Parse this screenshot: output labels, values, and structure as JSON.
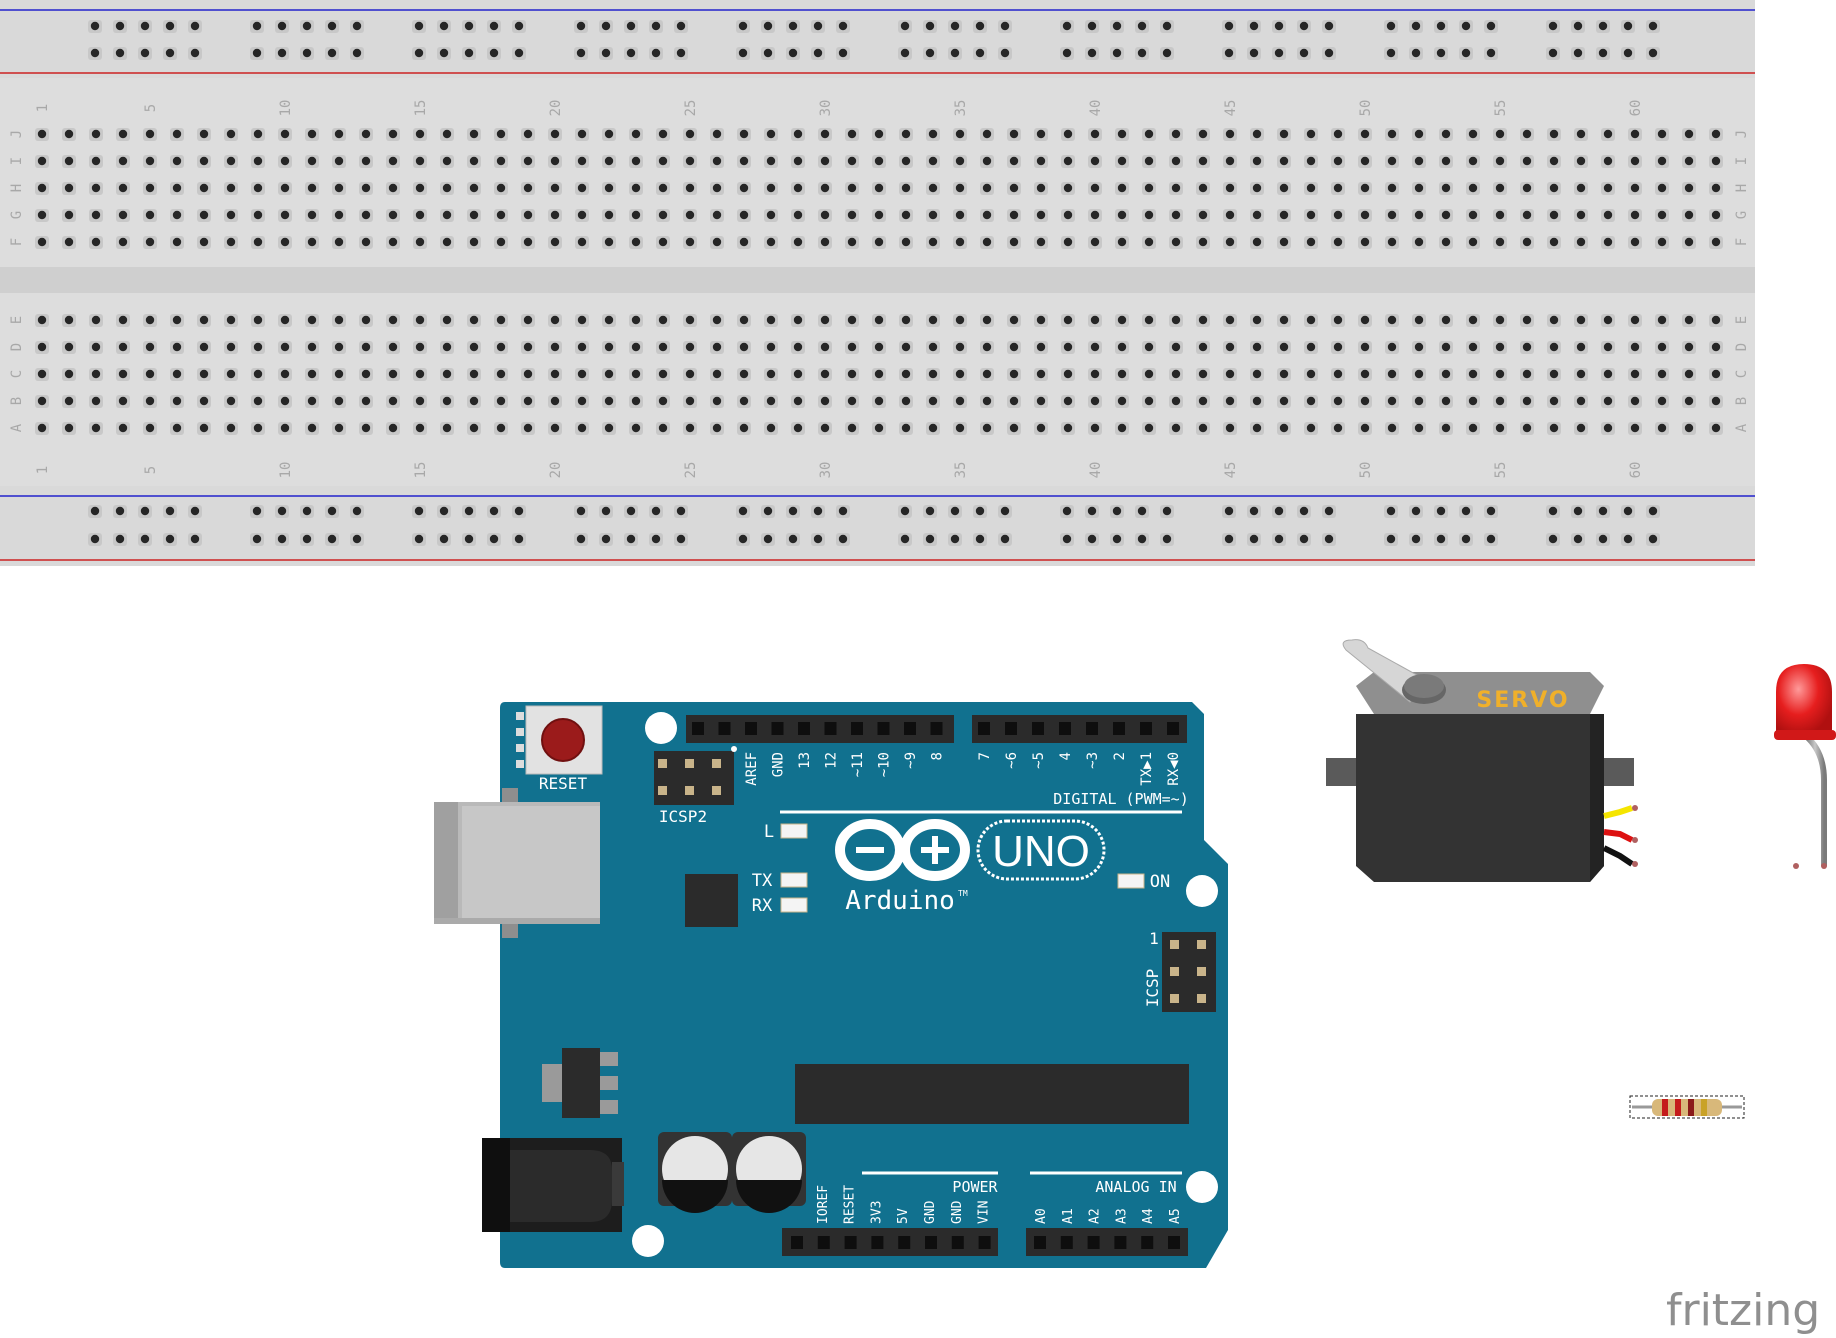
{
  "breadboard": {
    "row_letters_top": [
      "J",
      "I",
      "H",
      "G",
      "F"
    ],
    "row_letters_bottom": [
      "E",
      "D",
      "C",
      "B",
      "A"
    ],
    "column_numbers": [
      "1",
      "5",
      "10",
      "15",
      "20",
      "25",
      "30",
      "35",
      "40",
      "45",
      "50",
      "55",
      "60"
    ],
    "colors": {
      "body": "#d9d9d9",
      "hole": "#262626",
      "blue_rail": "#2222cc",
      "red_rail": "#cc2222"
    }
  },
  "arduino": {
    "reset_label": "RESET",
    "icsp2_label": "ICSP2",
    "icsp_label": "ICSP",
    "icsp_pin1": "1",
    "digital_pins": [
      "AREF",
      "GND",
      "13",
      "12",
      "~11",
      "~10",
      "~9",
      "8",
      "7",
      "~6",
      "~5",
      "4",
      "~3",
      "2",
      "TX▶1",
      "RX◀0"
    ],
    "digital_label": "DIGITAL (PWM=~)",
    "led_l": "L",
    "led_tx": "TX",
    "led_rx": "RX",
    "led_on": "ON",
    "brand": "Arduino",
    "trademark": "TM",
    "model": "UNO",
    "power_label": "POWER",
    "power_pins": [
      "IOREF",
      "RESET",
      "3V3",
      "5V",
      "GND",
      "GND",
      "VIN"
    ],
    "analog_label": "ANALOG IN",
    "analog_pins": [
      "A0",
      "A1",
      "A2",
      "A3",
      "A4",
      "A5"
    ],
    "colors": {
      "board": "#11718f",
      "header": "#2b2b2b",
      "silk": "#ffffff"
    }
  },
  "servo": {
    "label": "SERVO",
    "colors": {
      "body": "#333333",
      "label": "#f0b02a",
      "wire_signal": "#f5e500",
      "wire_power": "#dd1111",
      "wire_ground": "#111111"
    }
  },
  "led": {
    "color": "#e61e1e"
  },
  "resistor": {
    "bands": [
      "#c41c1c",
      "#c41c1c",
      "#8a1a1a",
      "#c9a227"
    ]
  },
  "watermark": {
    "text": "fritzing"
  }
}
